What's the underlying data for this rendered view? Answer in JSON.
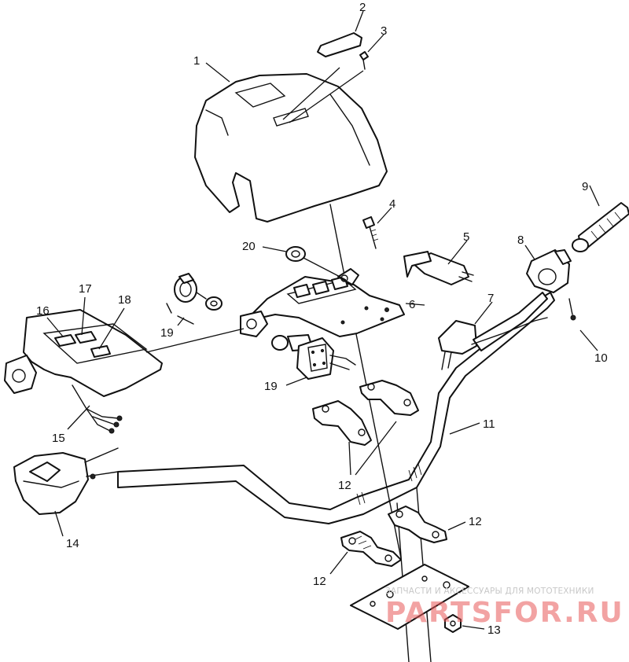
{
  "callouts": {
    "c1": "1",
    "c2": "2",
    "c3": "3",
    "c4": "4",
    "c5": "5",
    "c6": "6",
    "c7": "7",
    "c8": "8",
    "c9": "9",
    "c10": "10",
    "c11": "11",
    "c12a": "12",
    "c12b": "12",
    "c12c": "12",
    "c13": "13",
    "c14": "14",
    "c15": "15",
    "c16": "16",
    "c17": "17",
    "c18": "18",
    "c19a": "19",
    "c19b": "19",
    "c20": "20"
  },
  "watermark": {
    "caption": "ЗАПЧАСТИ И АКСЕССУАРЫ ДЛЯ МОТОТЕХНИКИ",
    "logo": "PARTSFOR.RU"
  },
  "colors": {
    "line": "#111111",
    "background": "#ffffff",
    "watermark": "#e85858"
  }
}
